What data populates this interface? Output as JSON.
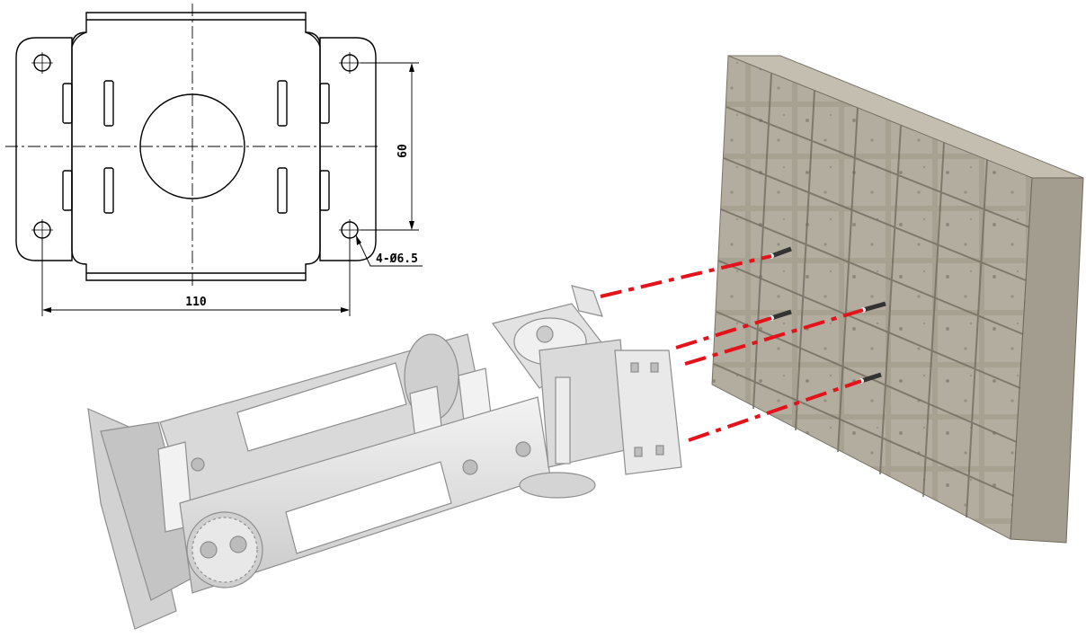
{
  "drawing": {
    "dim_width": "110",
    "dim_height": "60",
    "dim_holes": "4-Ø6.5"
  },
  "colors": {
    "line": "#000000",
    "guide_dash": "#e3121b",
    "bracket": "#e4e4e4",
    "bracket_shadow": "#b9b9b9",
    "wall": "#a49e90",
    "wall_joint": "#6e685c"
  }
}
